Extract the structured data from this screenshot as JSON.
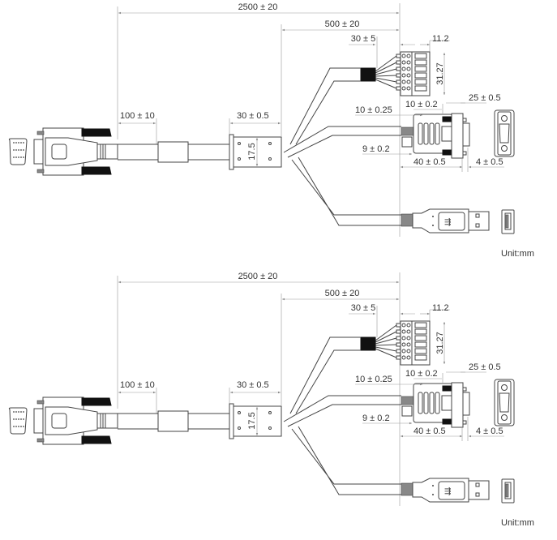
{
  "panels": [
    {
      "dim_total": "2500 ± 20",
      "dim_branch": "500 ± 20",
      "dim_strip": "30 ± 5",
      "dim_terminal_width": "11.2",
      "dim_terminal_height": "31.27",
      "dim_db9_pitch": "10 ± 0.2",
      "dim_db9_face": "25 ± 0.5",
      "dim_db9_boot": "10 ± 0.25",
      "dim_db9_latch": "9 ± 0.2",
      "dim_db9_length": "40 ± 0.5",
      "dim_db9_screw": "4 ± 0.5",
      "dim_vga_sleeve": "100 ± 10",
      "dim_splitter_length": "30 ± 0.5",
      "dim_splitter_height": "17.5",
      "unit": "Unit:mm"
    },
    {
      "dim_total": "2500 ± 20",
      "dim_branch": "500 ± 20",
      "dim_strip": "30 ± 5",
      "dim_terminal_width": "11.2",
      "dim_terminal_height": "31.27",
      "dim_db9_pitch": "10 ± 0.2",
      "dim_db9_face": "25 ± 0.5",
      "dim_db9_boot": "10 ± 0.25",
      "dim_db9_latch": "9 ± 0.2",
      "dim_db9_length": "40 ± 0.5",
      "dim_db9_screw": "4 ± 0.5",
      "dim_vga_sleeve": "100 ± 10",
      "dim_splitter_length": "30 ± 0.5",
      "dim_splitter_height": "17.5",
      "unit": "Unit:mm"
    }
  ]
}
